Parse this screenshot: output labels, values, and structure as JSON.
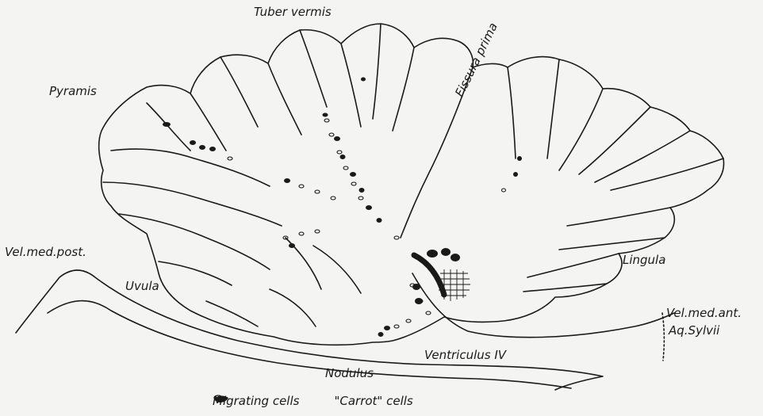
{
  "labels": {
    "tuber_vermis": "Tuber vermis",
    "fissura_prima": "Fissura prima",
    "pyramis": "Pyramis",
    "vel_med_post": "Vel.med.post.",
    "uvula": "Uvula",
    "lingula": "Lingula",
    "vel_med_ant": "Vel.med.ant.",
    "aq_sylvii": "Aq.Sylvii",
    "ventriculus_iv": "Ventriculus IV",
    "nodulus": "Nodulus"
  },
  "legend": {
    "migrating": "Migrating cells",
    "carrot": "\"Carrot\" cells"
  },
  "colors": {
    "ink": "#1a1a1a",
    "paper": "#f4f4f2"
  }
}
